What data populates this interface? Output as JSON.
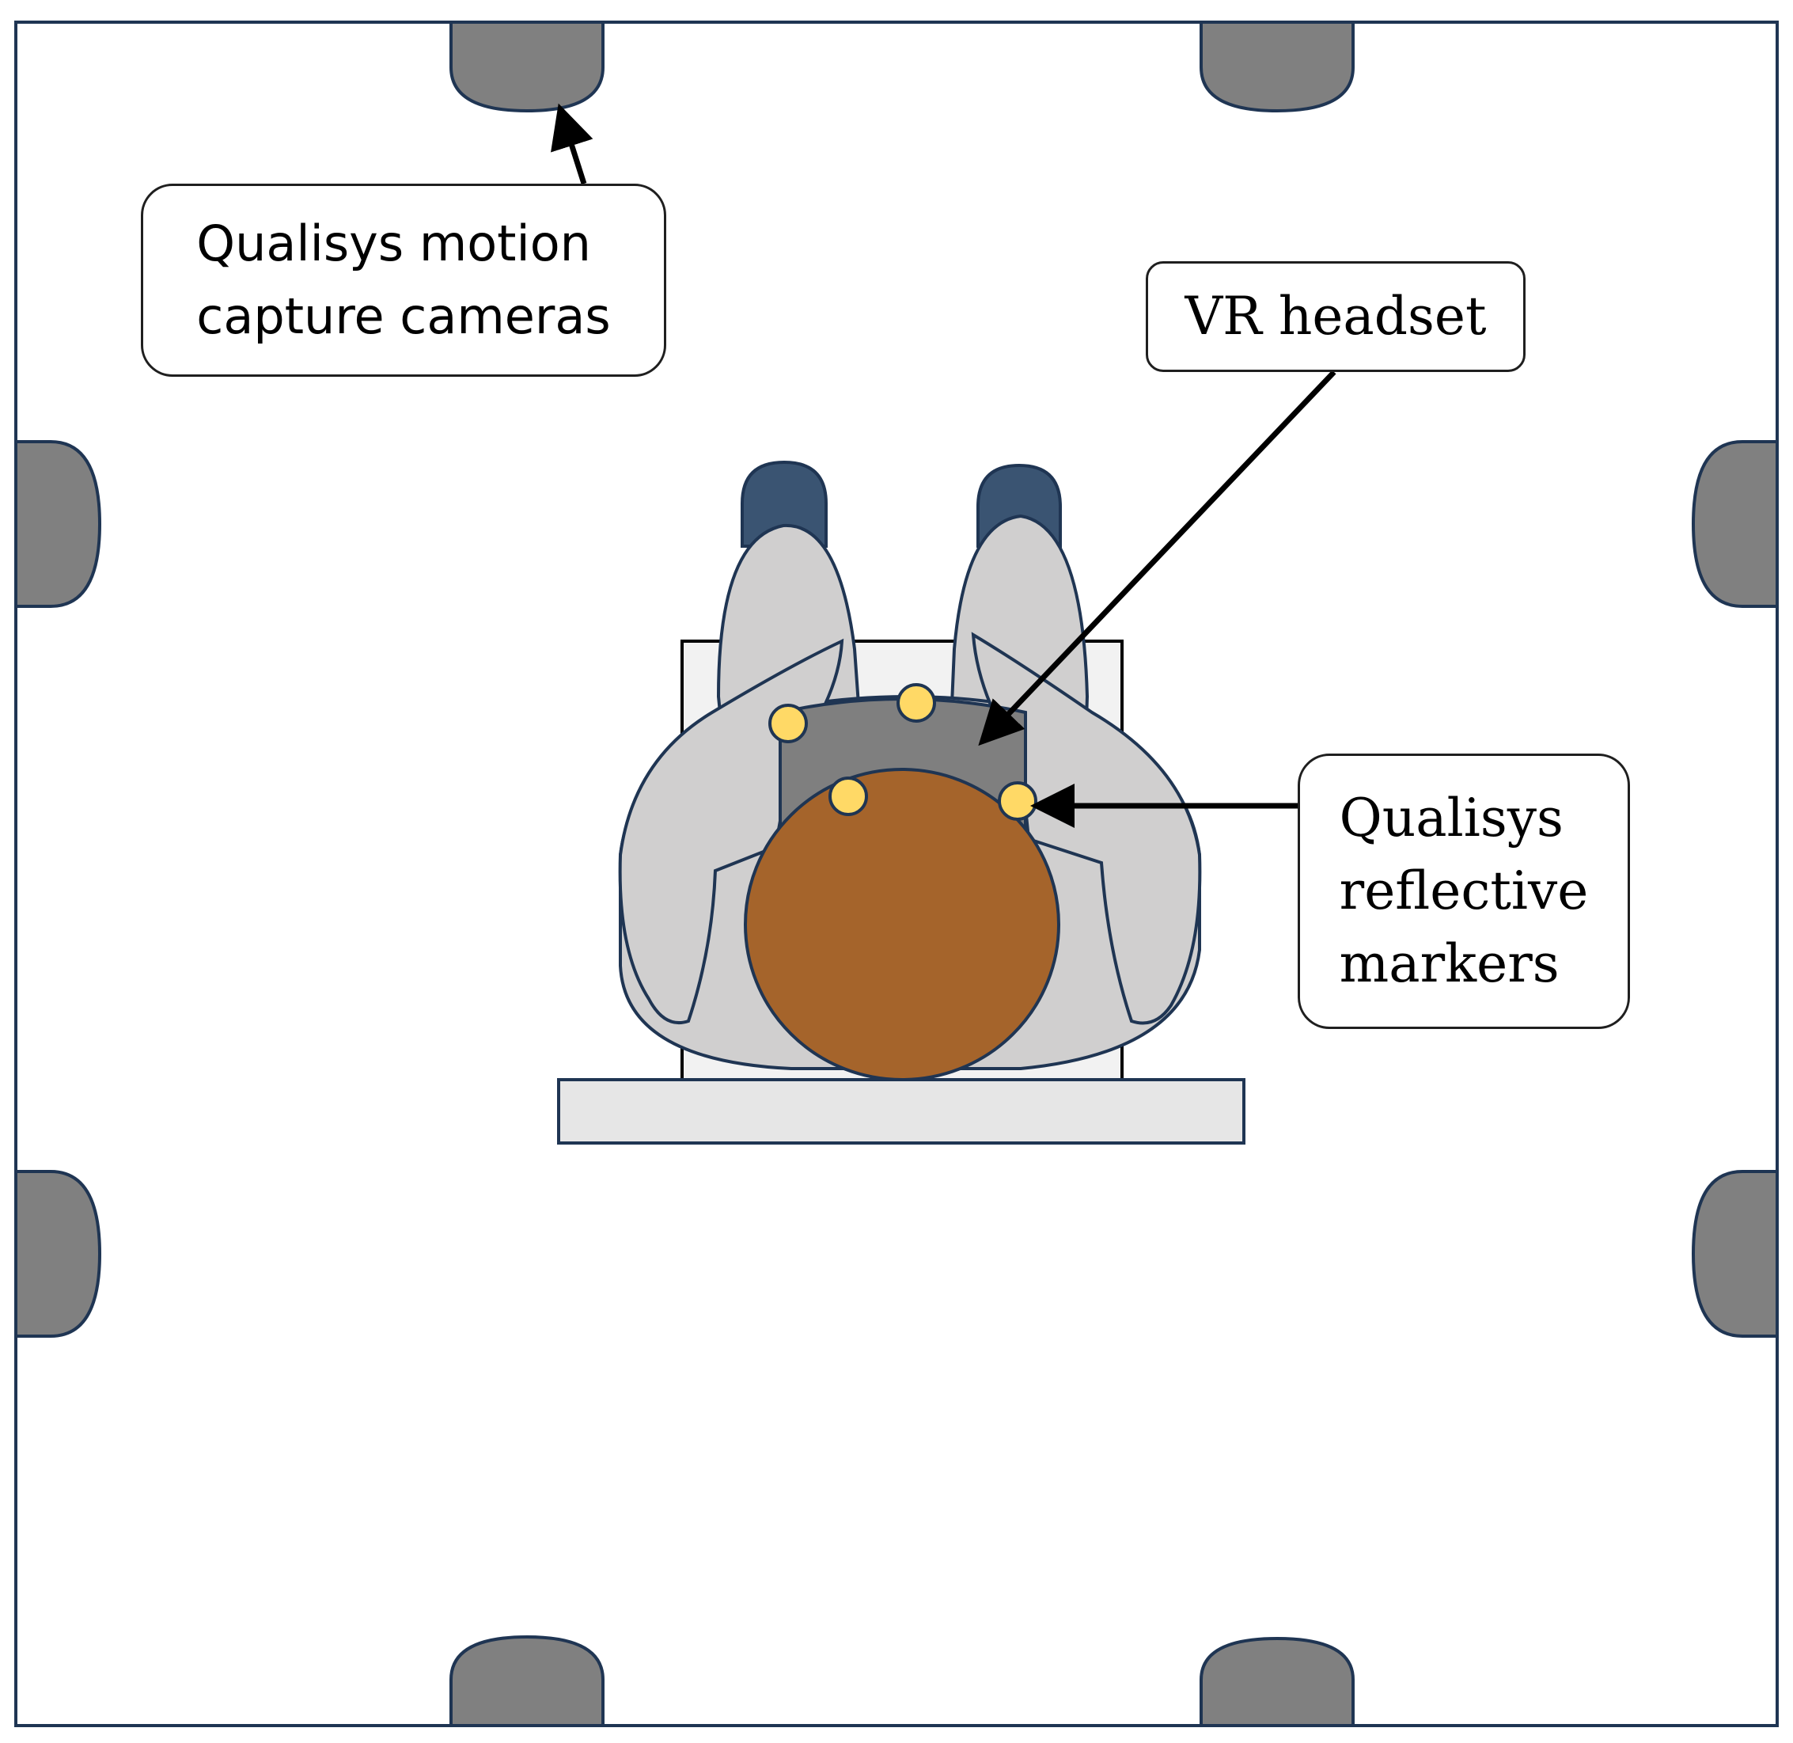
{
  "labels": {
    "cameras": "Qualisys motion\ncapture cameras",
    "headset": "VR headset",
    "markers": "Qualisys\nreflective\nmarkers"
  },
  "colors": {
    "frame": "#1f3553",
    "camera": "#808080",
    "seat": "#f2f2f2",
    "body": "#d0cfcf",
    "headset": "#7f7f7f",
    "marker": "#ffd966",
    "hair": "#a5642b",
    "shoe": "#3a5472",
    "desk": "#e6e6e6"
  },
  "icons": {
    "camera": "motion-capture-camera-icon",
    "marker": "reflective-marker-icon",
    "person": "seated-person-topdown-icon"
  }
}
